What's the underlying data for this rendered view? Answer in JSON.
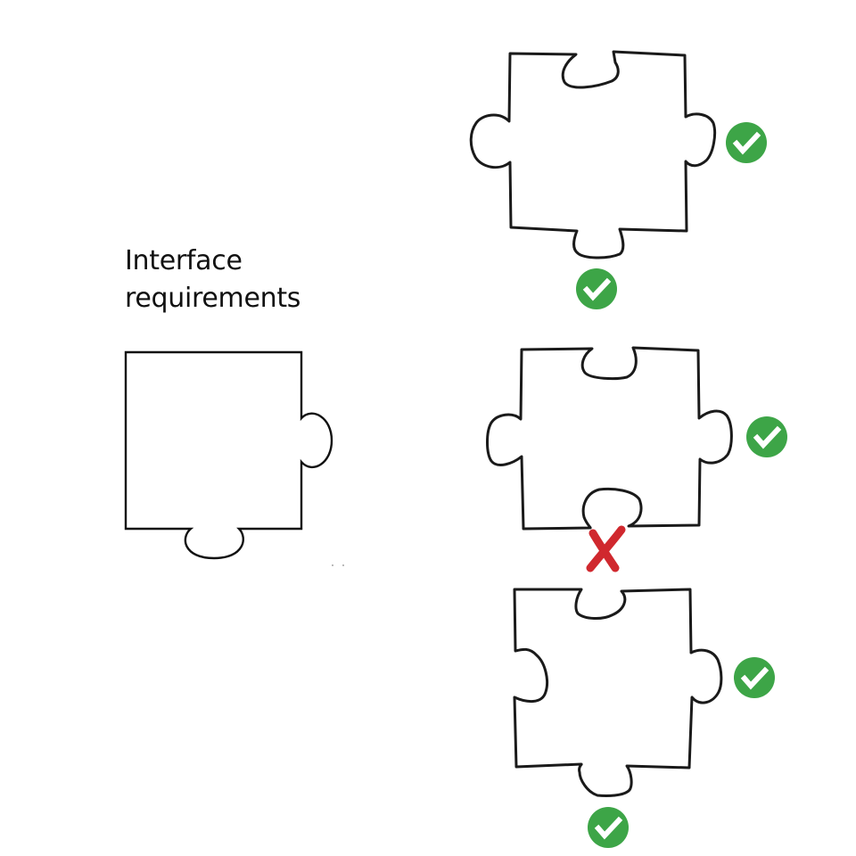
{
  "diagram": {
    "title_lines": [
      "Interface",
      "requirements"
    ],
    "colors": {
      "outline": "#1a1a1a",
      "check_fill": "#3da547",
      "check_mark": "#ffffff",
      "cross": "#d0282e",
      "background": "#ffffff"
    },
    "requirement_piece": {
      "label": "requirement-piece",
      "tabs": [
        "right: outward knob",
        "bottom: outward knob"
      ]
    },
    "candidate_pieces": [
      {
        "id": "candidate-1",
        "right_edge": "knob",
        "bottom_edge": "knob",
        "right_status": "check",
        "bottom_status": "check"
      },
      {
        "id": "candidate-2",
        "right_edge": "knob",
        "bottom_edge": "hole",
        "right_status": "check",
        "bottom_status": "cross"
      },
      {
        "id": "candidate-3",
        "right_edge": "knob",
        "bottom_edge": "knob",
        "right_status": "check",
        "bottom_status": "check"
      }
    ],
    "icons": {
      "check": "check-circle-icon",
      "cross": "cross-mark-icon"
    }
  }
}
